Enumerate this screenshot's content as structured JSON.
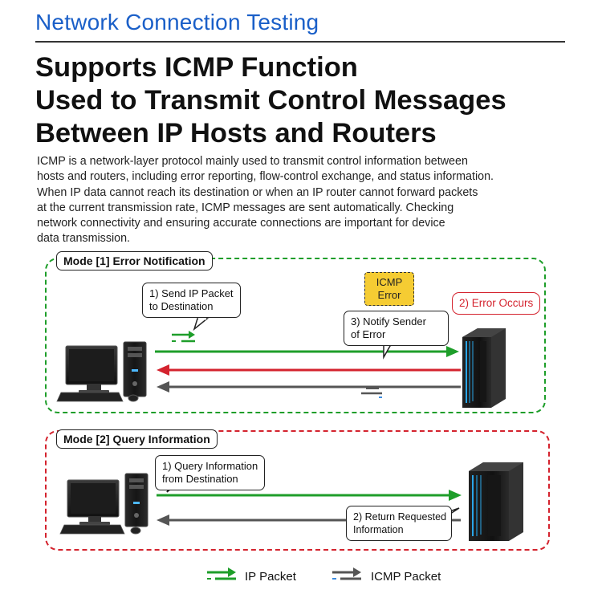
{
  "header": {
    "title": "Network Connection Testing"
  },
  "headline": {
    "lines": [
      "Supports ICMP Function",
      "Used to Transmit Control Messages",
      "Between IP Hosts and Routers"
    ]
  },
  "intro": {
    "lines": [
      "ICMP is a network-layer protocol mainly used to transmit control information between",
      "hosts and routers, including error reporting, flow-control exchange, and status information.",
      "When IP data cannot reach its destination or when an IP router cannot forward packets",
      "at the current transmission rate, ICMP messages are sent automatically. Checking",
      "network connectivity and ensuring accurate connections are important for device",
      "data transmission."
    ]
  },
  "mode1": {
    "title": "Mode [1] Error Notification",
    "step1": [
      "1) Send IP Packet",
      "to Destination"
    ],
    "step3": [
      "3) Notify Sender",
      "of Error"
    ],
    "icmp_box": [
      "ICMP",
      "Error"
    ],
    "error_tag": "2) Error Occurs"
  },
  "mode2": {
    "title": "Mode [2] Query Information",
    "step1": [
      "1) Query Information",
      "from Destination"
    ],
    "step2": [
      "2) Return Requested",
      "Information"
    ]
  },
  "legend": {
    "ip_label": "IP Packet",
    "icmp_label": "ICMP Packet"
  },
  "colors": {
    "green": "#1e9e2a",
    "red": "#d4232e",
    "gray": "#555555",
    "blue": "#1a5fc8",
    "yellow": "#f5cc33"
  }
}
